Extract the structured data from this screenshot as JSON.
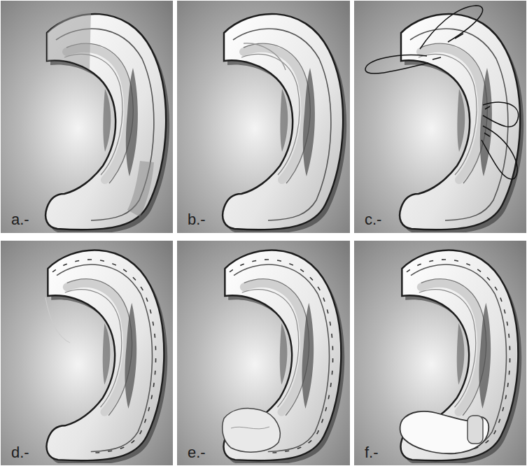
{
  "diagram": {
    "labels": [
      "a.-",
      "b.-",
      "c.-",
      "d.-",
      "e.-",
      "f.-"
    ]
  }
}
